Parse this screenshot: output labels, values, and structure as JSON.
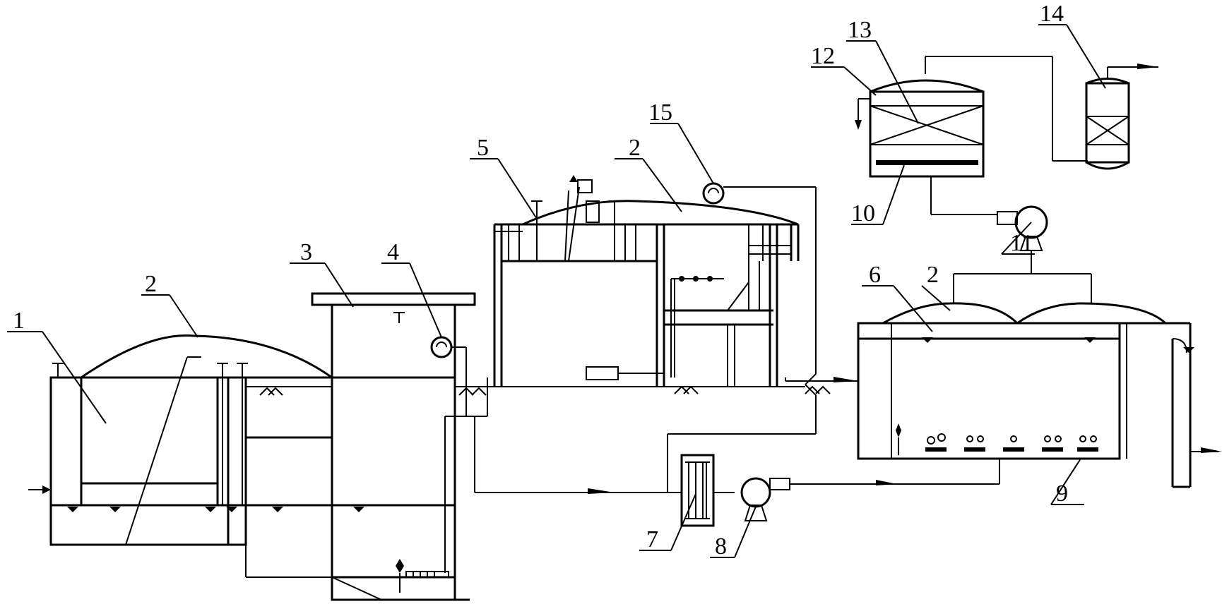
{
  "labels": {
    "l1": "1",
    "l2a": "2",
    "l2b": "2",
    "l2c": "2",
    "l3": "3",
    "l4": "4",
    "l5": "5",
    "l6": "6",
    "l7": "7",
    "l8": "8",
    "l9": "9",
    "l10": "10",
    "l11": "11",
    "l12": "12",
    "l13": "13",
    "l14": "14",
    "l15": "15"
  }
}
